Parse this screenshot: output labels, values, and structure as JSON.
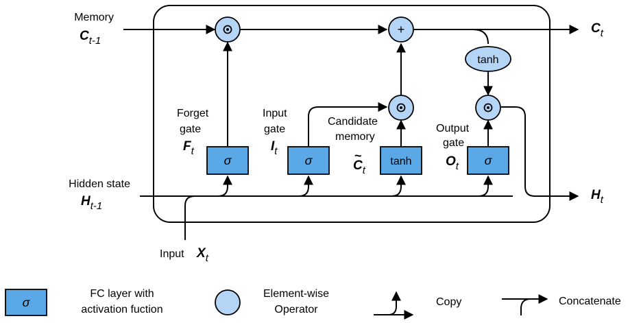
{
  "labels": {
    "memory": "Memory",
    "c_prev_main": "C",
    "c_prev_sub": "t-1",
    "c_out_main": "C",
    "c_out_sub": "t",
    "hidden_state": "Hidden state",
    "h_prev_main": "H",
    "h_prev_sub": "t-1",
    "h_out_main": "H",
    "h_out_sub": "t",
    "input": "Input",
    "x_main": "X",
    "x_sub": "t",
    "forget_line1": "Forget",
    "forget_line2": "gate",
    "f_main": "F",
    "f_sub": "t",
    "input_gate_line1": "Input",
    "input_gate_line2": "gate",
    "i_main": "I",
    "i_sub": "t",
    "candidate_line1": "Candidate",
    "candidate_line2": "memory",
    "ctilde_main": "C",
    "ctilde_tilde": "~",
    "ctilde_sub": "t",
    "output_gate_line1": "Output",
    "output_gate_line2": "gate",
    "o_main": "O",
    "o_sub": "t"
  },
  "boxes": {
    "forget": "σ",
    "input": "σ",
    "candidate": "tanh",
    "output": "σ"
  },
  "operators": {
    "mult": "⊙",
    "add": "+",
    "tanh": "tanh"
  },
  "legend": {
    "fc_symbol": "σ",
    "fc_line1": "FC layer with",
    "fc_line2": "activation fuction",
    "op_line1": "Element-wise",
    "op_line2": "Operator",
    "copy": "Copy",
    "concatenate": "Concatenate"
  }
}
